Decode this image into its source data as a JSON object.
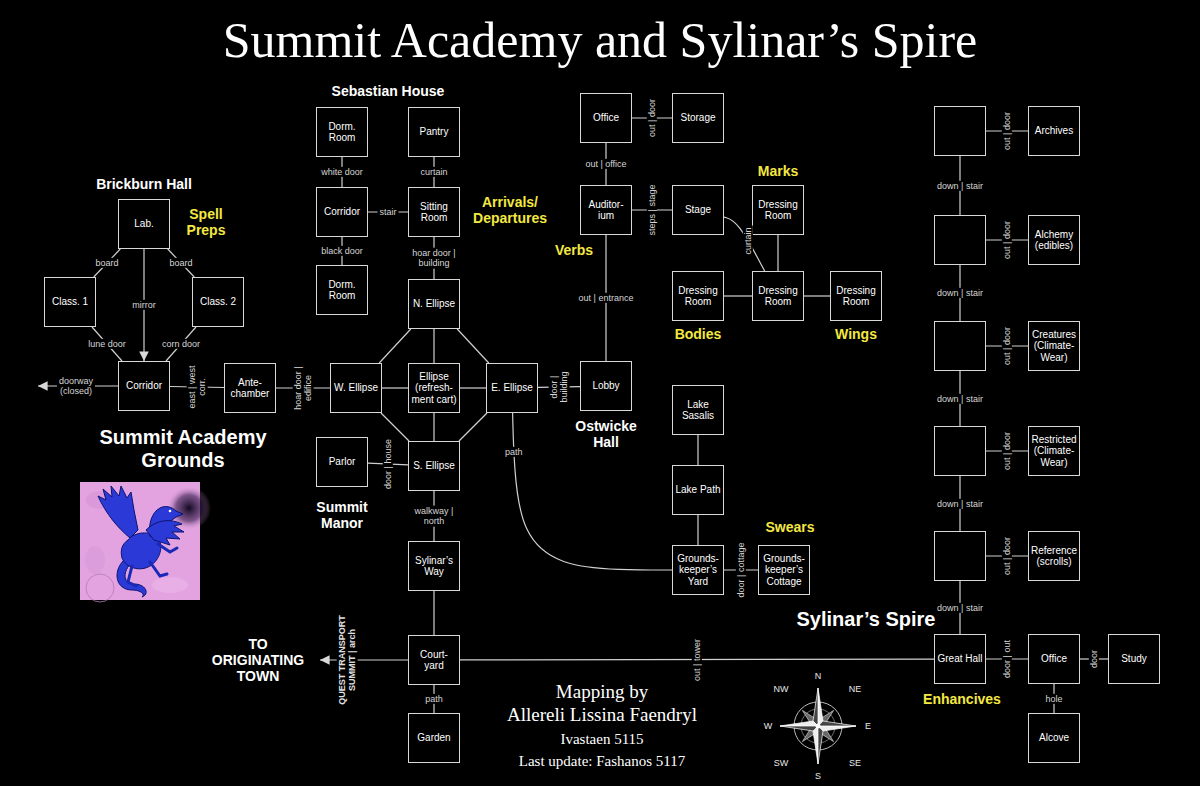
{
  "diagram": {
    "title": "Summit Academy and Sylinar’s Spire",
    "nodes": [
      {
        "text": [
          "Lab."
        ]
      },
      {
        "text": [
          "Class. 1"
        ]
      },
      {
        "text": [
          "Class. 2"
        ]
      },
      {
        "text": [
          "Corridor"
        ]
      },
      {
        "text": [
          "Ante-chamber"
        ]
      },
      {
        "text": [
          "Dorm. Room"
        ]
      },
      {
        "text": [
          "Pantry"
        ]
      },
      {
        "text": [
          "Corridor"
        ]
      },
      {
        "text": [
          "Sitting Room"
        ]
      },
      {
        "text": [
          "Dorm. Room"
        ]
      },
      {
        "text": [
          "N. Ellipse"
        ]
      },
      {
        "text": [
          "W. Ellipse"
        ]
      },
      {
        "text": [
          "Ellipse (refresh-ment cart)"
        ]
      },
      {
        "text": [
          "E. Ellipse"
        ]
      },
      {
        "text": [
          "S. Ellipse"
        ]
      },
      {
        "text": [
          "Parlor"
        ]
      },
      {
        "text": [
          "Sylinar’s Way"
        ]
      },
      {
        "text": [
          "Court-yard"
        ]
      },
      {
        "text": [
          "Garden"
        ]
      },
      {
        "text": [
          "Office"
        ]
      },
      {
        "text": [
          "Storage"
        ]
      },
      {
        "text": [
          "Auditor-ium"
        ]
      },
      {
        "text": [
          "Stage"
        ]
      },
      {
        "text": [
          "Lobby"
        ]
      },
      {
        "text": [
          "Dressing Room"
        ]
      },
      {
        "text": [
          "Dressing Room"
        ]
      },
      {
        "text": [
          "Dressing Room"
        ]
      },
      {
        "text": [
          "Dressing Room"
        ]
      },
      {
        "text": [
          "Lake Sasalis"
        ]
      },
      {
        "text": [
          "Lake Path"
        ]
      },
      {
        "text": [
          "Grounds-keeper’s Yard"
        ]
      },
      {
        "text": [
          "Grounds-keeper’s Cottage"
        ]
      },
      {
        "text": []
      },
      {
        "text": [
          "Archives"
        ]
      },
      {
        "text": []
      },
      {
        "text": [
          "Alchemy (edibles)"
        ]
      },
      {
        "text": []
      },
      {
        "text": [
          "Creatures (Climate-Wear)"
        ]
      },
      {
        "text": []
      },
      {
        "text": [
          "Restricted (Climate-Wear)"
        ]
      },
      {
        "text": []
      },
      {
        "text": [
          "Reference (scrolls)"
        ]
      },
      {
        "text": [
          "Great Hall"
        ]
      },
      {
        "text": [
          "Office"
        ]
      },
      {
        "text": [
          "Study"
        ]
      },
      {
        "text": [
          "Alcove"
        ]
      }
    ],
    "edges": [
      {
        "from": 0,
        "to": 1,
        "label": "board",
        "arrow": "none"
      },
      {
        "from": 0,
        "to": 2,
        "label": "board",
        "arrow": "none"
      },
      {
        "from": 0,
        "to": 3,
        "label": "mirror",
        "arrow": "to"
      },
      {
        "from": 1,
        "to": 3,
        "label": "lune door",
        "arrow": "none"
      },
      {
        "from": 2,
        "to": 3,
        "label": "corn door",
        "arrow": "none"
      },
      {
        "from": 3,
        "to": 4,
        "label": "east | west corr.",
        "arrow": "none"
      },
      {
        "from": 4,
        "to": 11,
        "label": "hoar door | edifice",
        "arrow": "none"
      },
      {
        "from": 5,
        "to": 7,
        "label": "white door",
        "arrow": "none"
      },
      {
        "from": 6,
        "to": 8,
        "label": "curtain",
        "arrow": "none"
      },
      {
        "from": 7,
        "to": 8,
        "label": "stair",
        "arrow": "none"
      },
      {
        "from": 7,
        "to": 9,
        "label": "black door",
        "arrow": "none"
      },
      {
        "from": 8,
        "to": 10,
        "label": "hoar door | building",
        "arrow": "none"
      },
      {
        "from": 10,
        "to": 11,
        "arrow": "none"
      },
      {
        "from": 10,
        "to": 13,
        "arrow": "none"
      },
      {
        "from": 11,
        "to": 14,
        "arrow": "none"
      },
      {
        "from": 13,
        "to": 14,
        "arrow": "none"
      },
      {
        "from": 10,
        "to": 12,
        "arrow": "none"
      },
      {
        "from": 11,
        "to": 12,
        "arrow": "none"
      },
      {
        "from": 12,
        "to": 13,
        "arrow": "none"
      },
      {
        "from": 12,
        "to": 14,
        "arrow": "none"
      },
      {
        "from": 15,
        "to": 14,
        "label": "door | house",
        "arrow": "none"
      },
      {
        "from": 14,
        "to": 16,
        "label": "walkway | north",
        "arrow": "none"
      },
      {
        "from": 16,
        "to": 17,
        "arrow": "none"
      },
      {
        "from": 17,
        "to": 18,
        "label": "path",
        "arrow": "none"
      },
      {
        "from": 13,
        "to": 23,
        "label": "door | building",
        "arrow": "none"
      },
      {
        "from": 19,
        "to": 20,
        "label": "out | door",
        "arrow": "none"
      },
      {
        "from": 19,
        "to": 21,
        "label": "out | office",
        "arrow": "none"
      },
      {
        "from": 21,
        "to": 22,
        "label": "steps | stage",
        "arrow": "none"
      },
      {
        "from": 21,
        "to": 23,
        "label": "out | entrance",
        "arrow": "none"
      },
      {
        "from": 22,
        "to": 26,
        "label": "curtain",
        "arrow": "none"
      },
      {
        "from": 24,
        "to": 26,
        "arrow": "none"
      },
      {
        "from": 25,
        "to": 26,
        "arrow": "none"
      },
      {
        "from": 26,
        "to": 27,
        "arrow": "none"
      },
      {
        "from": 13,
        "to": 30,
        "label": "path",
        "arrow": "none"
      },
      {
        "from": 28,
        "to": 29,
        "arrow": "none"
      },
      {
        "from": 29,
        "to": 30,
        "arrow": "none"
      },
      {
        "from": 30,
        "to": 31,
        "label": "door | cottage",
        "arrow": "none"
      },
      {
        "from": 17,
        "to": 42,
        "label": "out | tower",
        "arrow": "none"
      },
      {
        "from": 32,
        "to": 33,
        "label": "out | door",
        "arrow": "none"
      },
      {
        "from": 32,
        "to": 34,
        "label": "down | stair",
        "arrow": "none"
      },
      {
        "from": 34,
        "to": 35,
        "label": "out | door",
        "arrow": "none"
      },
      {
        "from": 34,
        "to": 36,
        "label": "down | stair",
        "arrow": "none"
      },
      {
        "from": 36,
        "to": 37,
        "label": "out | door",
        "arrow": "none"
      },
      {
        "from": 36,
        "to": 38,
        "label": "down | stair",
        "arrow": "none"
      },
      {
        "from": 38,
        "to": 39,
        "label": "out | door",
        "arrow": "none"
      },
      {
        "from": 38,
        "to": 40,
        "label": "down | stair",
        "arrow": "none"
      },
      {
        "from": 40,
        "to": 41,
        "label": "out | door",
        "arrow": "none"
      },
      {
        "from": 40,
        "to": 42,
        "label": "down | stair",
        "arrow": "none"
      },
      {
        "from": 42,
        "to": 43,
        "label": "door | out",
        "arrow": "none"
      },
      {
        "from": 43,
        "to": 44,
        "label": "door",
        "arrow": "none"
      },
      {
        "from": 43,
        "to": 45,
        "label": "hole",
        "arrow": "none"
      }
    ],
    "labels": [
      "Sebastian House",
      "Brickburn Hall",
      "Spell Preps",
      "Marks",
      "Arrivals/ Departures",
      "Verbs",
      "Bodies",
      "Wings",
      "doorway (closed)",
      "Summit Academy Grounds",
      "Ostwicke Hall",
      "Summit Manor",
      "Swears",
      "Sylinar’s Spire",
      "QUEST TRANSPORT SUMMIT | arch",
      "TO ORIGINATING TOWN",
      "Enhancives",
      "Mapping by",
      "Allereli Lissina Faendryl",
      "Ivastaen 5115",
      "Last update: Fashanos 5117",
      "N",
      "NE",
      "E",
      "SE",
      "S",
      "SW",
      "W",
      "NW"
    ]
  }
}
